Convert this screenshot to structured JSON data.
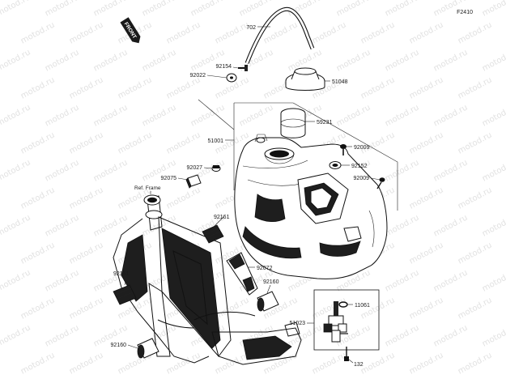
{
  "figure_code": "F2410",
  "front_badge": "FRONT",
  "watermark_text": "motod.ru",
  "ref_frame_label": "Ref. Frame",
  "callouts": {
    "c702": "702",
    "c92154": "92154",
    "c92022": "92022",
    "c51048": "51048",
    "c59231": "59231",
    "c51001": "51001",
    "c92009a": "92009",
    "c92027": "92027",
    "c92152": "92152",
    "c92075": "92075",
    "c92009b": "92009",
    "c92161a": "92161",
    "c92072": "92072",
    "c92161b": "92161",
    "c92160a": "92160",
    "c11061": "11061",
    "c51023": "51023",
    "c92160b": "92160",
    "c132": "132"
  }
}
